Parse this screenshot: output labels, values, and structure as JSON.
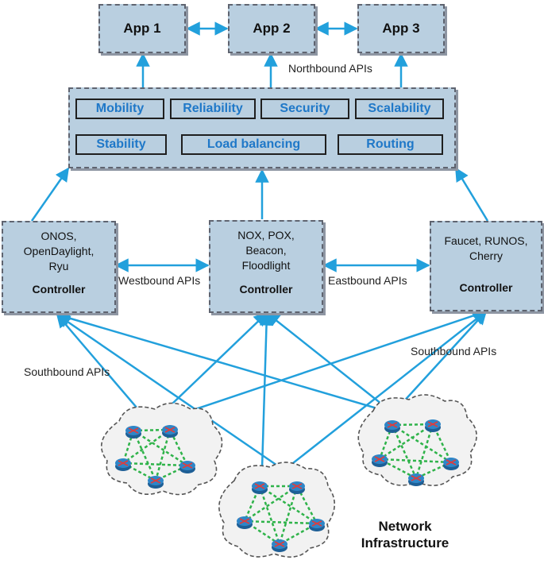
{
  "apps": [
    {
      "label": "App 1"
    },
    {
      "label": "App 2"
    },
    {
      "label": "App 3"
    }
  ],
  "northbound_label": "Northbound APIs",
  "services_row1": [
    "Mobility",
    "Reliability",
    "Security",
    "Scalability"
  ],
  "services_row2": [
    "Stability",
    "Load balancing",
    "Routing"
  ],
  "controllers": [
    {
      "names": [
        "ONOS,",
        "OpenDaylight,",
        "Ryu"
      ],
      "title": "Controller"
    },
    {
      "names": [
        "NOX, POX,",
        "Beacon,",
        "Floodlight"
      ],
      "title": "Controller"
    },
    {
      "names": [
        "Faucet, RUNOS,",
        "Cherry"
      ],
      "title": "Controller"
    }
  ],
  "westbound_label": "Westbound APIs",
  "eastbound_label": "Eastbound APIs",
  "southbound_label_left": "Southbound APIs",
  "southbound_label_right": "Southbound APIs",
  "infrastructure_label_line1": "Network",
  "infrastructure_label_line2": "Infrastructure",
  "colors": {
    "arrow": "#22a0dc",
    "box_fill": "#b9cfe0",
    "service_text": "#1f78c8",
    "mesh": "#2fb34a",
    "router": "#2e86c8"
  }
}
